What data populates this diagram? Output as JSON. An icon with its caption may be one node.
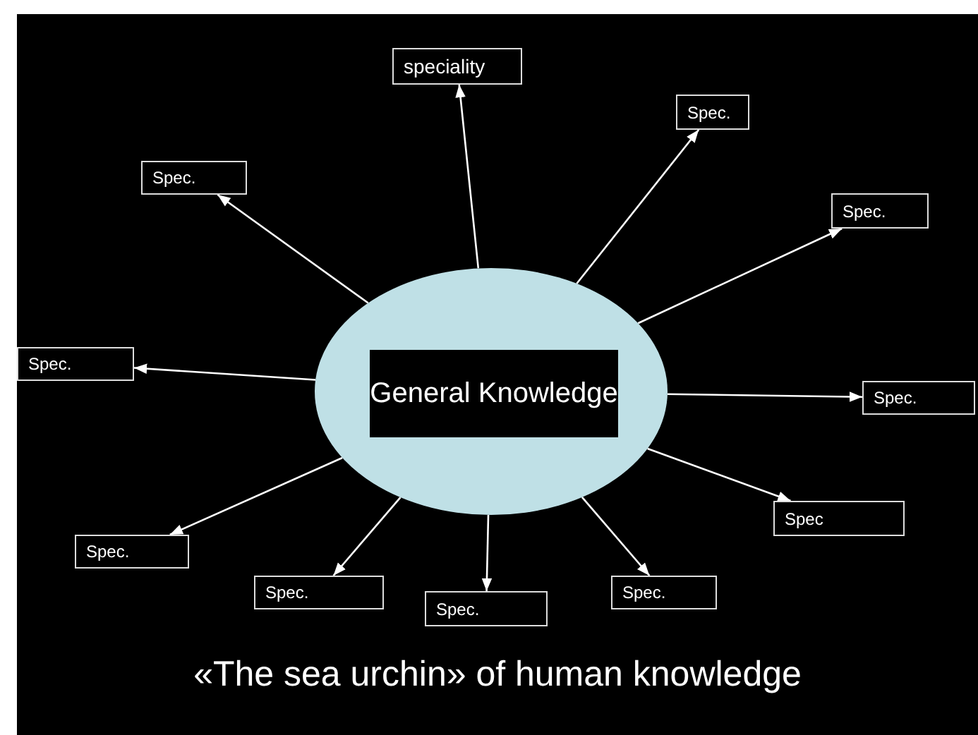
{
  "diagram": {
    "caption": "«The sea urchin» of human knowledge",
    "nodes": [
      {
        "text": [],
        "shape": "circle"
      },
      {
        "text": [
          "General Knowledge"
        ],
        "in": 0
      },
      {
        "text": [
          "speciality"
        ]
      },
      {
        "text": [
          "Spec."
        ]
      },
      {
        "text": [
          "Spec."
        ]
      },
      {
        "text": [
          "Spec."
        ]
      },
      {
        "text": [
          "Spec."
        ]
      },
      {
        "text": [
          "Spec."
        ]
      },
      {
        "text": [
          "Spec"
        ]
      },
      {
        "text": [
          "Spec."
        ]
      },
      {
        "text": [
          "Spec."
        ]
      },
      {
        "text": [
          "Spec."
        ]
      },
      {
        "text": [
          "Spec."
        ]
      }
    ],
    "edges": [
      {
        "from": 0,
        "to": 2,
        "arrow": "to"
      },
      {
        "from": 0,
        "to": 3,
        "arrow": "to"
      },
      {
        "from": 0,
        "to": 4,
        "arrow": "to"
      },
      {
        "from": 0,
        "to": 5,
        "arrow": "to"
      },
      {
        "from": 0,
        "to": 6,
        "arrow": "to"
      },
      {
        "from": 0,
        "to": 7,
        "arrow": "to"
      },
      {
        "from": 0,
        "to": 8,
        "arrow": "to"
      },
      {
        "from": 0,
        "to": 9,
        "arrow": "to"
      },
      {
        "from": 0,
        "to": 10,
        "arrow": "to"
      },
      {
        "from": 0,
        "to": 11,
        "arrow": "to"
      },
      {
        "from": 0,
        "to": 12,
        "arrow": "to"
      }
    ]
  }
}
